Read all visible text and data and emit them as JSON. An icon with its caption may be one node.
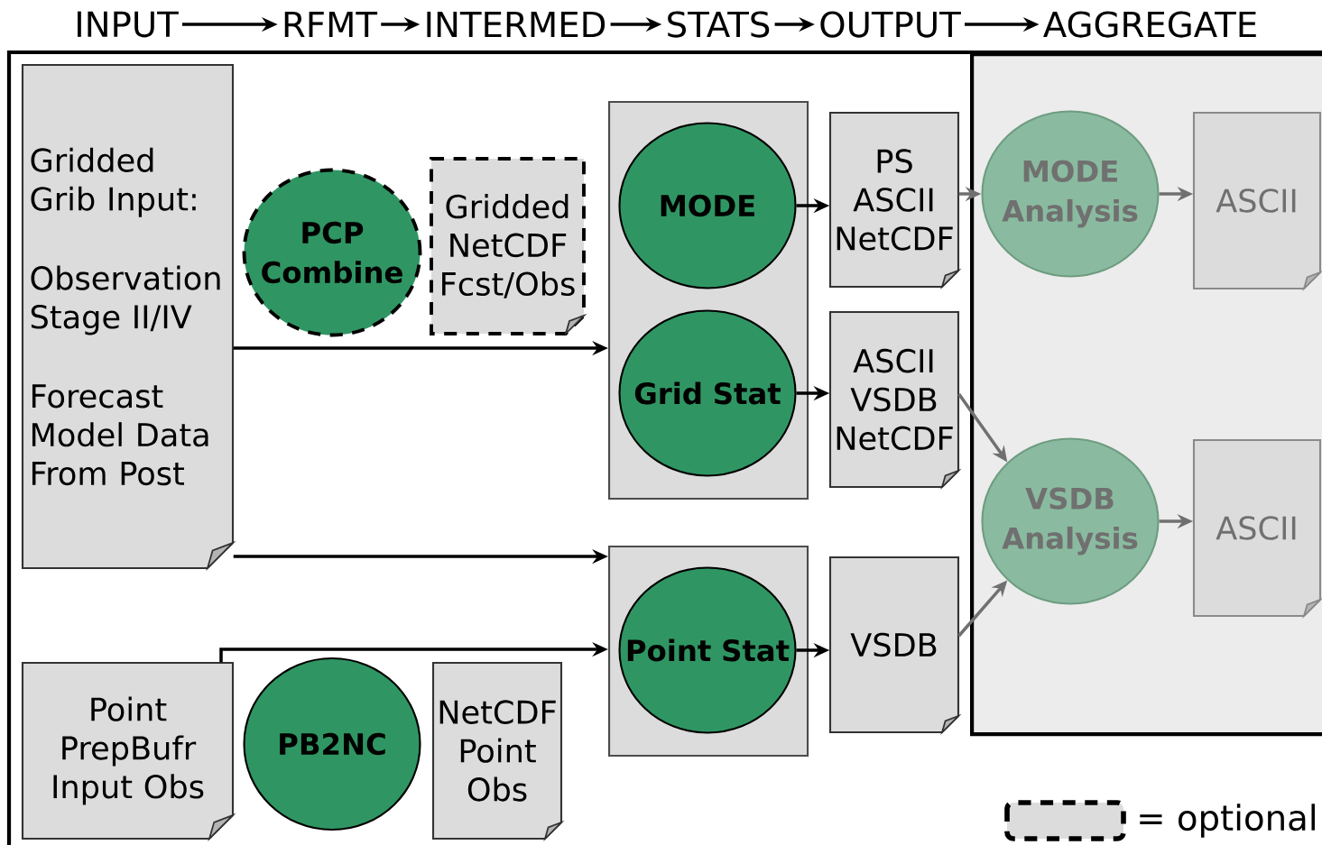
{
  "diagram": {
    "nodes": [
      {
        "text": [
          "INPUT"
        ]
      },
      {
        "text": [
          "RFMT"
        ]
      },
      {
        "text": [
          "INTERMED"
        ]
      },
      {
        "text": [
          "STATS"
        ]
      },
      {
        "text": [
          "OUTPUT"
        ]
      },
      {
        "text": [
          "AGGREGATE"
        ]
      },
      {
        "text": [
          "Gridded Grib Input:",
          "Observation Stage II/IV",
          "Forecast Model Data From Post"
        ]
      },
      {
        "text": [
          "PCP Combine"
        ]
      },
      {
        "text": [
          "Gridded NetCDF Fcst/Obs"
        ]
      },
      {
        "text": [],
        "shape": "box"
      },
      {
        "text": [
          "MODE"
        ],
        "in": 9
      },
      {
        "text": [
          "Grid Stat"
        ],
        "in": 9
      },
      {
        "text": [
          "PS ASCII NetCDF"
        ]
      },
      {
        "text": [
          "ASCII VSDB NetCDF"
        ]
      },
      {
        "text": [],
        "shape": "box"
      },
      {
        "text": [
          "MODE Analysis"
        ],
        "in": 14
      },
      {
        "text": [
          "ASCII"
        ],
        "in": 14
      },
      {
        "text": [
          "VSDB Analysis"
        ],
        "in": 14
      },
      {
        "text": [
          "ASCII"
        ],
        "in": 14
      },
      {
        "text": [],
        "shape": "box"
      },
      {
        "text": [
          "Point Stat"
        ],
        "in": 19
      },
      {
        "text": [
          "VSDB"
        ]
      },
      {
        "text": [
          "Point PrepBufr Input Obs"
        ]
      },
      {
        "text": [
          "PB2NC"
        ]
      },
      {
        "text": [
          "NetCDF Point Obs"
        ]
      }
    ],
    "edges": [
      {
        "from": 0,
        "to": 1,
        "arrow": "to"
      },
      {
        "from": 1,
        "to": 2,
        "arrow": "to"
      },
      {
        "from": 2,
        "to": 3,
        "arrow": "to"
      },
      {
        "from": 3,
        "to": 4,
        "arrow": "to"
      },
      {
        "from": 4,
        "to": 5,
        "arrow": "to"
      },
      {
        "from": 6,
        "to": 9,
        "arrow": "to"
      },
      {
        "from": 6,
        "to": 19,
        "arrow": "to"
      },
      {
        "from": 22,
        "to": 19,
        "arrow": "to"
      },
      {
        "from": 10,
        "to": 12,
        "arrow": "to"
      },
      {
        "from": 11,
        "to": 13,
        "arrow": "to"
      },
      {
        "from": 20,
        "to": 21,
        "arrow": "to"
      },
      {
        "from": 12,
        "to": 15,
        "arrow": "to",
        "color": "#707070"
      },
      {
        "from": 13,
        "to": 17,
        "arrow": "to",
        "color": "#707070"
      },
      {
        "from": 21,
        "to": 17,
        "arrow": "to",
        "color": "#707070"
      },
      {
        "from": 15,
        "to": 16,
        "arrow": "to",
        "color": "#707070"
      },
      {
        "from": 17,
        "to": 18,
        "arrow": "to",
        "color": "#707070"
      }
    ],
    "legend": [
      {
        "text": "= optional"
      }
    ]
  }
}
